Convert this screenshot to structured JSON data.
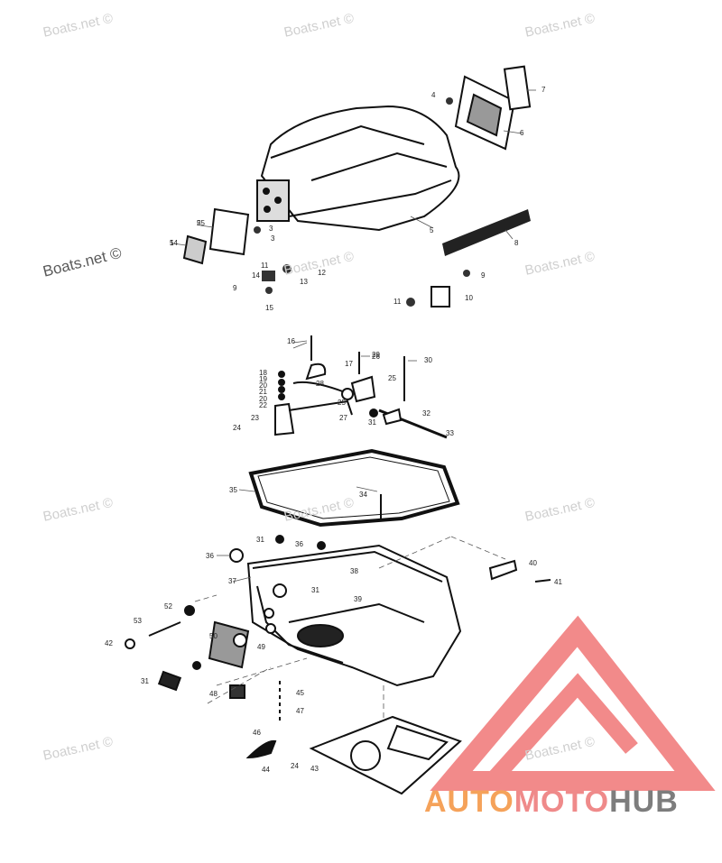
{
  "watermark": {
    "text": "Boats.net ©",
    "color": "#cfcfcf"
  },
  "brand": {
    "part1": "AUTO",
    "part2": "MOTO",
    "part3": "HUB",
    "colors": {
      "auto": "#f5a25a",
      "moto": "#ef8a8a",
      "hub": "#7d7d7d",
      "logo": "#f28a8a"
    }
  },
  "callouts": [
    "1",
    "2",
    "3",
    "3",
    "4",
    "5",
    "6",
    "7",
    "8",
    "9",
    "9",
    "10",
    "11",
    "11",
    "12",
    "13",
    "14",
    "15",
    "16",
    "17",
    "18",
    "19",
    "20",
    "20",
    "21",
    "22",
    "23",
    "24",
    "24",
    "25",
    "25",
    "26",
    "27",
    "28",
    "29",
    "30",
    "31",
    "31",
    "31",
    "31",
    "32",
    "33",
    "34",
    "35",
    "36",
    "36",
    "37",
    "38",
    "39",
    "40",
    "41",
    "42",
    "43",
    "44",
    "45",
    "46",
    "47",
    "48",
    "49",
    "50",
    "52",
    "53",
    "54",
    "55"
  ]
}
